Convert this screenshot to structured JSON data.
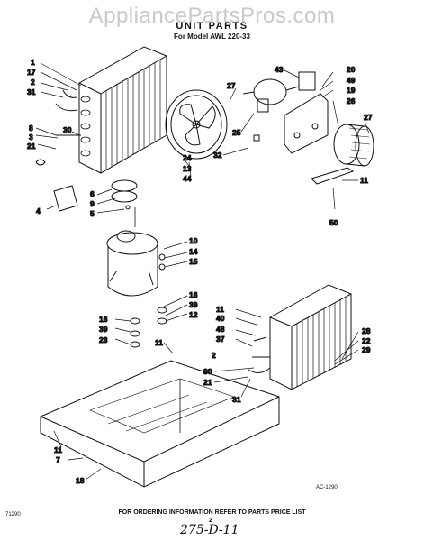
{
  "watermark": "AppliancePartsPros.com",
  "title": "UNIT PARTS",
  "subtitle": "For Model AWL 220-33",
  "footer_note": "FOR ORDERING INFORMATION REFER TO PARTS PRICE LIST",
  "doc_code": "71290",
  "page_number": "2",
  "reference_code": "AC-1290",
  "handwritten_note": "275-D-11",
  "callouts": [
    "1",
    "17",
    "2",
    "31",
    "8",
    "3",
    "21",
    "30",
    "4",
    "6",
    "9",
    "5",
    "24",
    "13",
    "44",
    "27",
    "25",
    "32",
    "43",
    "20",
    "49",
    "19",
    "26",
    "27",
    "11",
    "50",
    "10",
    "14",
    "15",
    "16",
    "39",
    "12",
    "16",
    "39",
    "23",
    "11",
    "11",
    "40",
    "48",
    "37",
    "30",
    "21",
    "31",
    "28",
    "22",
    "29",
    "2",
    "11",
    "7",
    "18"
  ]
}
